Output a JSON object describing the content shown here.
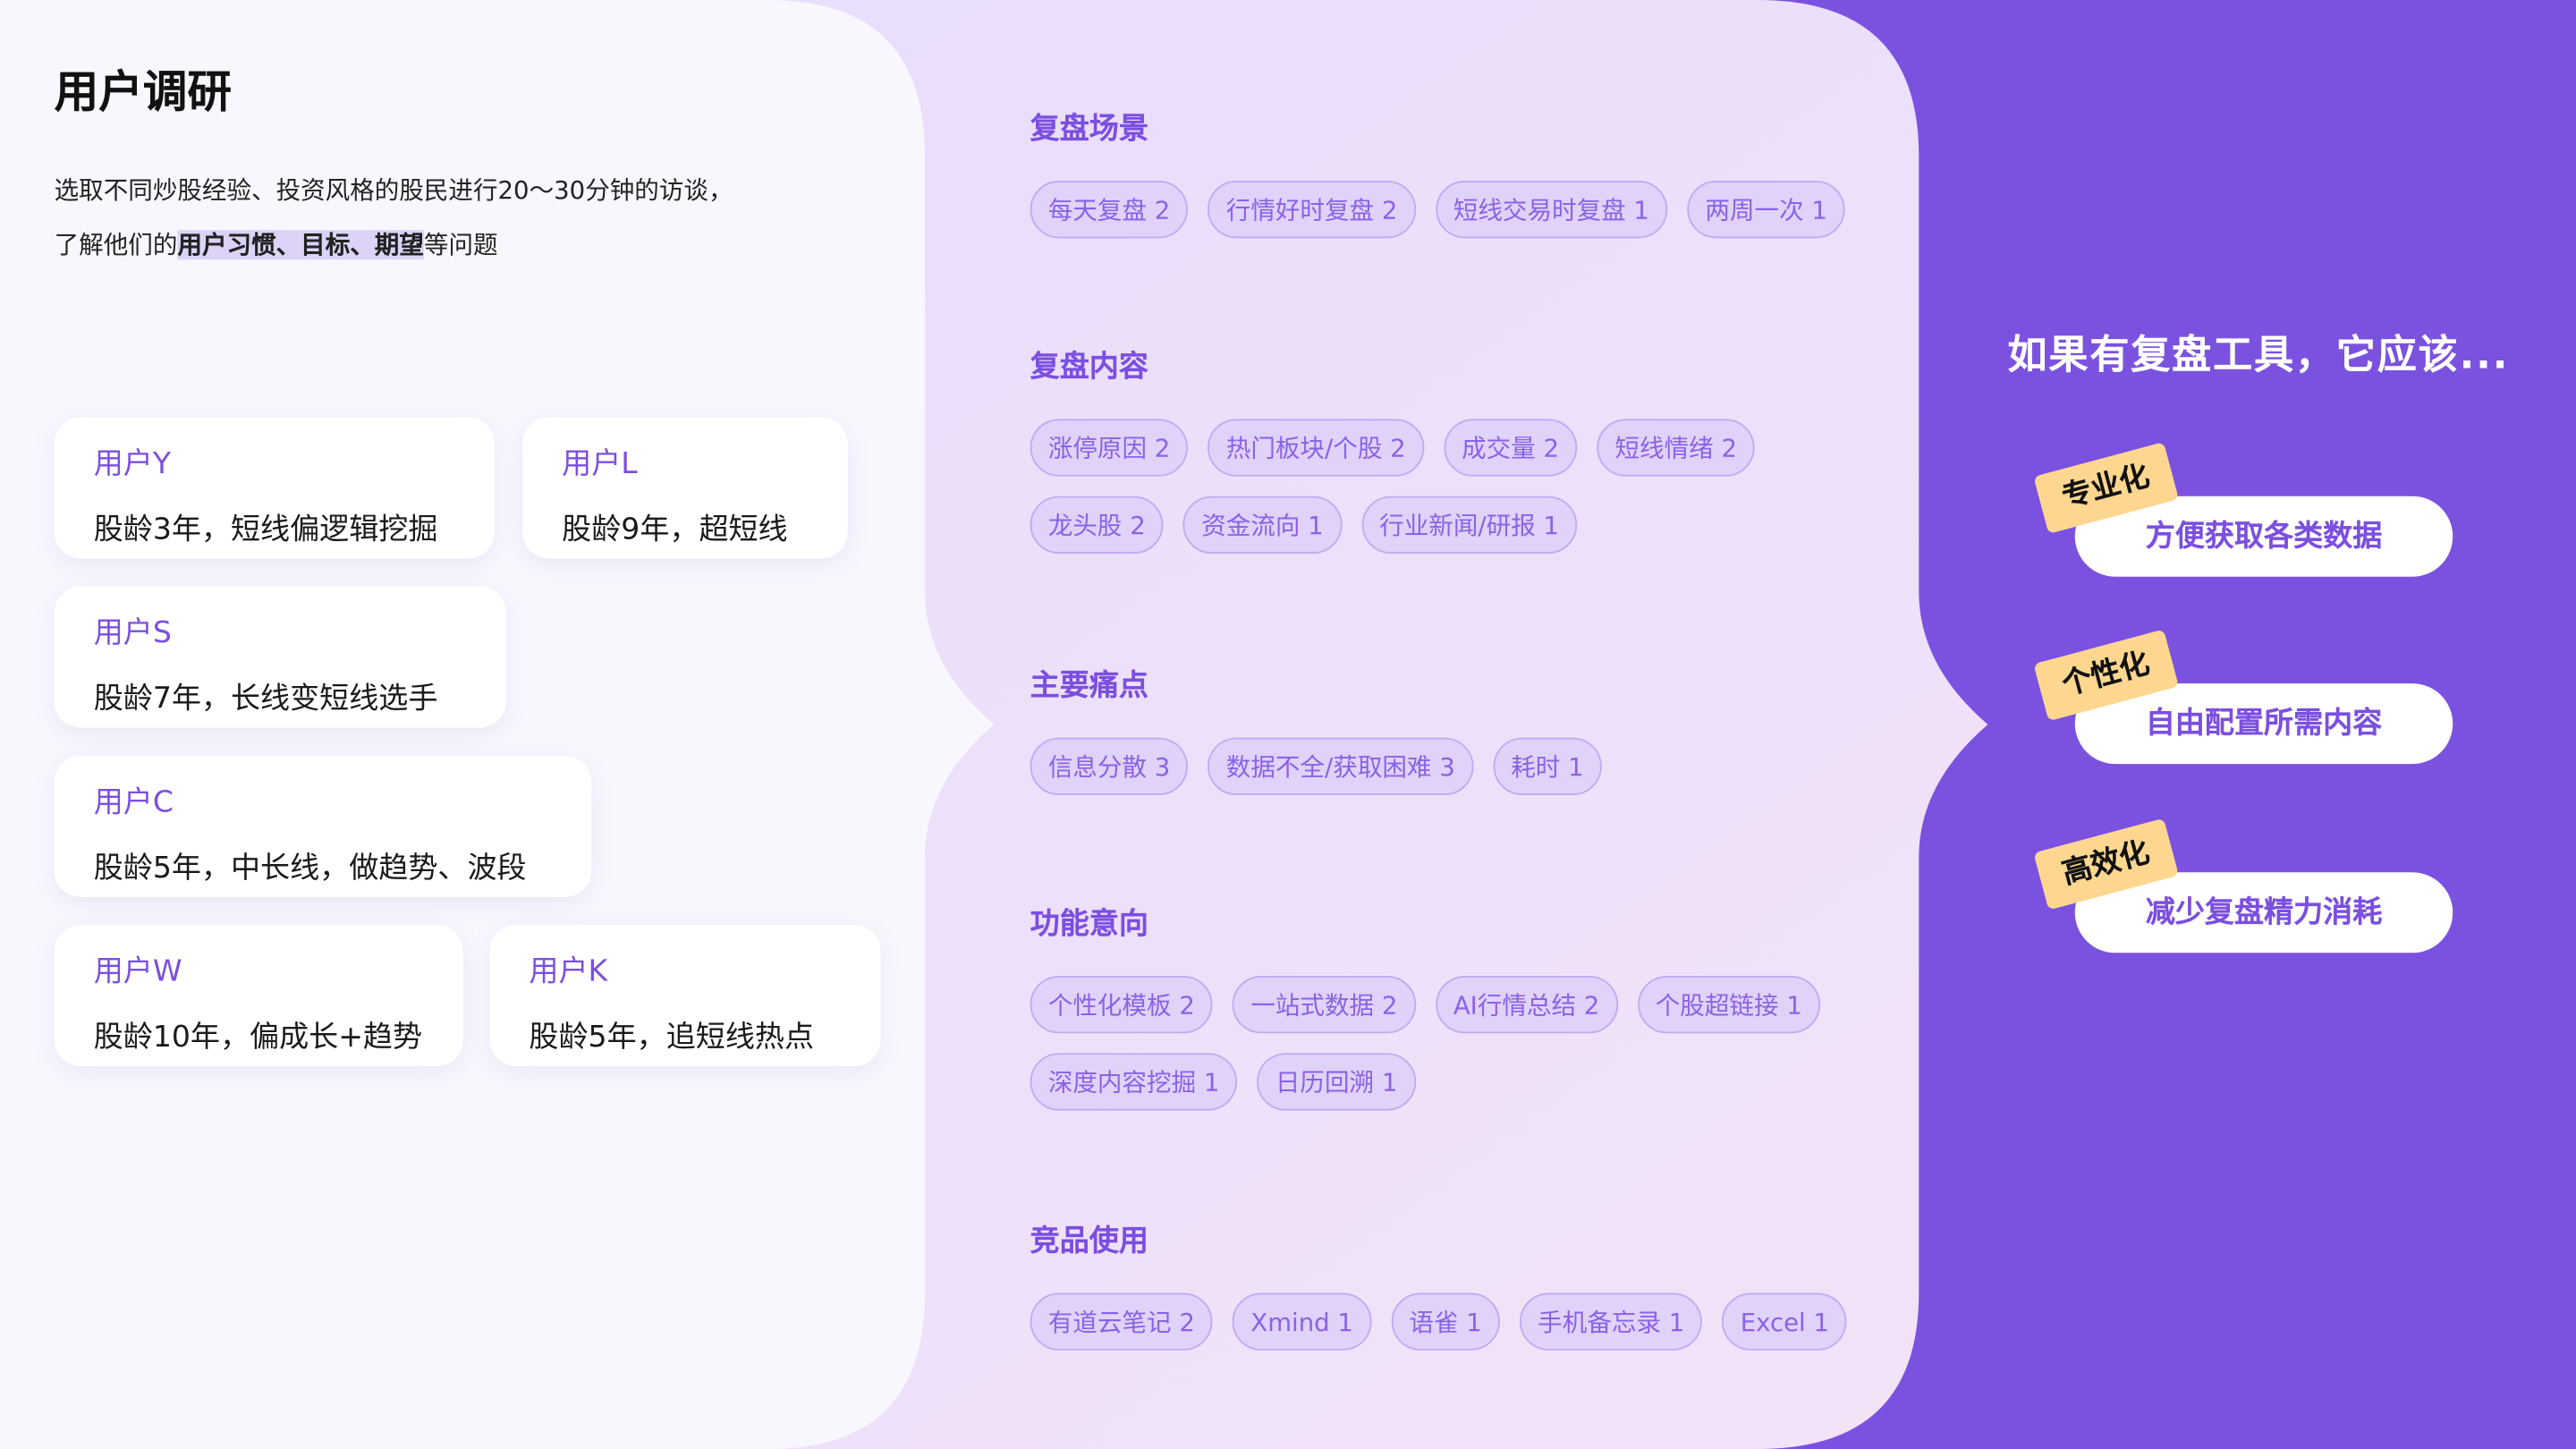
{
  "left": {
    "title": "用户调研",
    "intro_line1": "选取不同炒股经验、投资风格的股民进行20～30分钟的访谈，",
    "intro_line2_pre": "了解他们的",
    "intro_line2_highlight": "用户习惯、目标、期望",
    "intro_line2_post": "等问题",
    "users": [
      {
        "name": "用户Y",
        "desc": "股龄3年，短线偏逻辑挖掘"
      },
      {
        "name": "用户L",
        "desc": "股龄9年，超短线"
      },
      {
        "name": "用户S",
        "desc": "股龄7年，长线变短线选手"
      },
      {
        "name": "用户C",
        "desc": "股龄5年，中长线，做趋势、波段"
      },
      {
        "name": "用户W",
        "desc": "股龄10年，偏成长+趋势"
      },
      {
        "name": "用户K",
        "desc": "股龄5年，追短线热点"
      }
    ]
  },
  "middle": {
    "sections": [
      {
        "title": "复盘场景",
        "tags": [
          "每天复盘 2",
          "行情好时复盘 2",
          "短线交易时复盘 1",
          "两周一次 1"
        ]
      },
      {
        "title": "复盘内容",
        "tags": [
          "涨停原因 2",
          "热门板块/个股 2",
          "成交量 2",
          "短线情绪 2",
          "龙头股 2",
          "资金流向 1",
          "行业新闻/研报 1"
        ]
      },
      {
        "title": "主要痛点",
        "tags": [
          "信息分散 3",
          "数据不全/获取困难 3",
          "耗时 1"
        ]
      },
      {
        "title": "功能意向",
        "tags": [
          "个性化模板 2",
          "一站式数据 2",
          "AI行情总结 2",
          "个股超链接 1",
          "深度内容挖掘 1",
          "日历回溯 1"
        ]
      },
      {
        "title": "竞品使用",
        "tags": [
          "有道云笔记 2",
          "Xmind 1",
          "语雀 1",
          "手机备忘录 1",
          "Excel 1"
        ]
      }
    ]
  },
  "right": {
    "title": "如果有复盘工具，它应该...",
    "items": [
      {
        "badge": "专业化",
        "text": "方便获取各类数据"
      },
      {
        "badge": "个性化",
        "text": "自由配置所需内容"
      },
      {
        "badge": "高效化",
        "text": "减少复盘精力消耗"
      }
    ]
  },
  "colors": {
    "accent": "#7b4fe0",
    "purple_bg": "#7b52df",
    "badge": "#fdd790"
  }
}
